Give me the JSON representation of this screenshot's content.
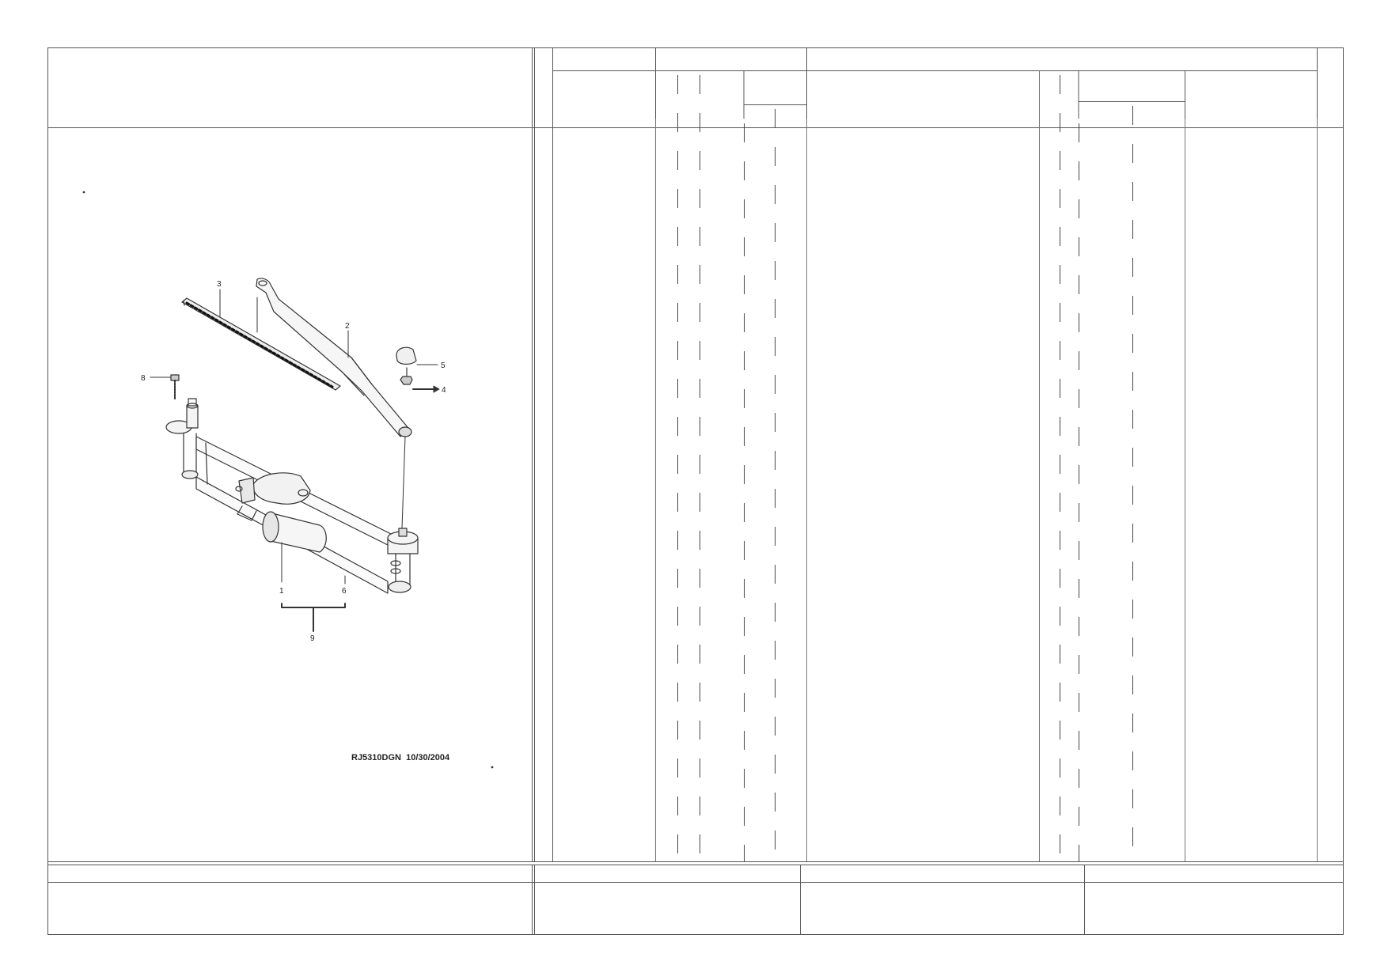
{
  "diagram": {
    "callouts": {
      "c1": "1",
      "c2": "2",
      "c3": "3",
      "c4": "4",
      "c5": "5",
      "c6": "6",
      "c8": "8",
      "c9": "9"
    },
    "drawing_code": "RJ5310DGN  10/30/2004"
  }
}
